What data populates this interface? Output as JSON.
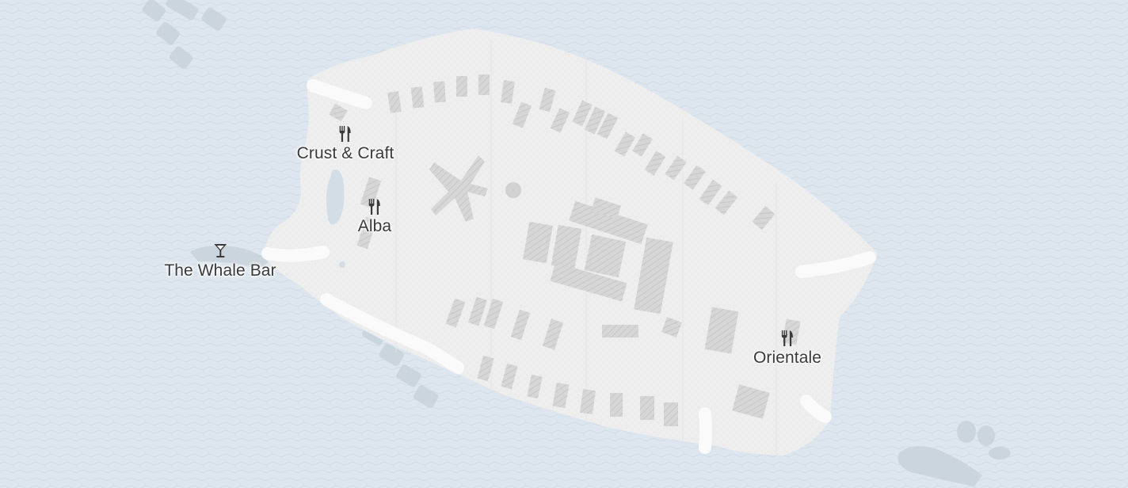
{
  "map": {
    "colors": {
      "water": "#dde6ee",
      "land": "#efefef",
      "building": "#d2d2d2",
      "road": "#fafafa",
      "label": "#3a3a3a"
    },
    "pois": [
      {
        "id": "crust-craft",
        "name": "Crust & Craft",
        "icon": "restaurant-icon"
      },
      {
        "id": "alba",
        "name": "Alba",
        "icon": "restaurant-icon"
      },
      {
        "id": "whale-bar",
        "name": "The Whale Bar",
        "icon": "bar-icon"
      },
      {
        "id": "orientale",
        "name": "Orientale",
        "icon": "restaurant-icon"
      }
    ]
  }
}
